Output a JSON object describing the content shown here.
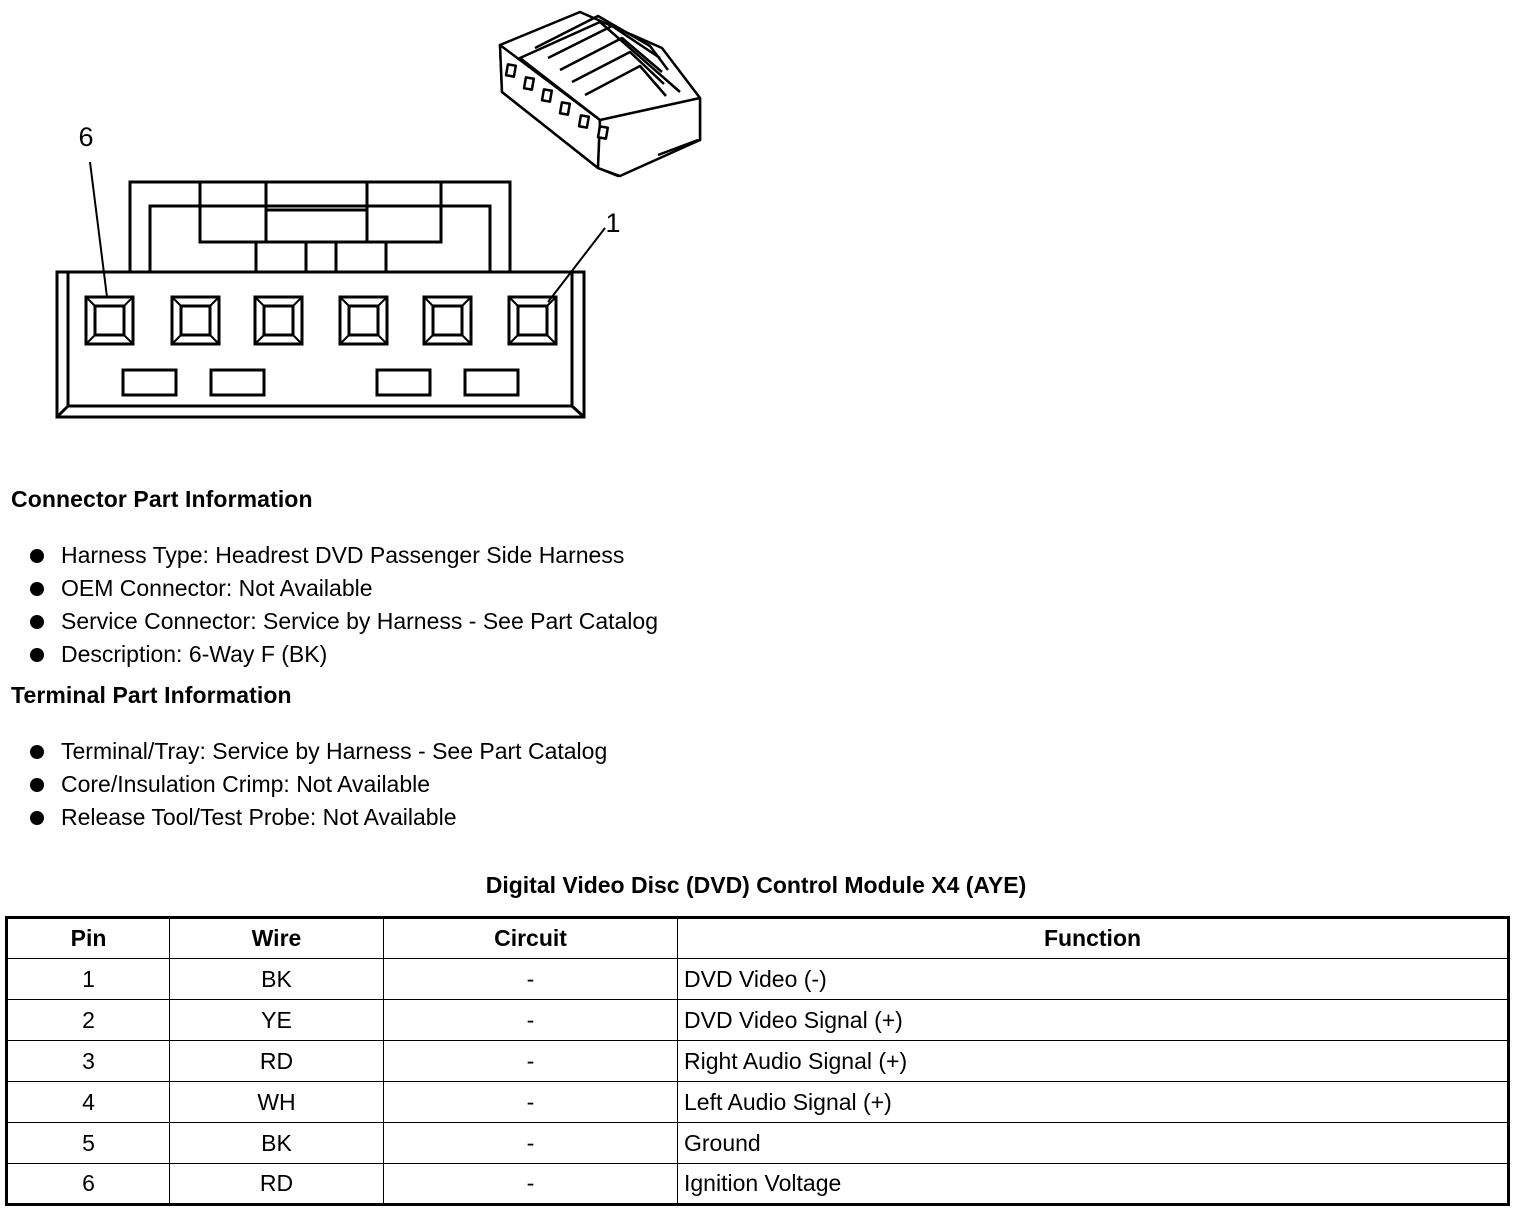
{
  "diagram": {
    "pin_labels": [
      "6",
      "1"
    ]
  },
  "connector_info": {
    "heading": "Connector Part Information",
    "items": [
      "Harness Type: Headrest DVD Passenger Side Harness",
      "OEM Connector: Not Available",
      "Service Connector: Service by Harness - See Part Catalog",
      "Description: 6-Way F (BK)"
    ]
  },
  "terminal_info": {
    "heading": "Terminal Part Information",
    "items": [
      "Terminal/Tray: Service by Harness - See Part Catalog",
      "Core/Insulation Crimp: Not Available",
      "Release Tool/Test Probe: Not Available"
    ]
  },
  "table": {
    "title": "Digital Video Disc (DVD) Control Module X4 (AYE)",
    "headers": [
      "Pin",
      "Wire",
      "Circuit",
      "Function"
    ],
    "rows": [
      [
        "1",
        "BK",
        "-",
        "DVD Video (-)"
      ],
      [
        "2",
        "YE",
        "-",
        "DVD Video Signal (+)"
      ],
      [
        "3",
        "RD",
        "-",
        "Right Audio Signal (+)"
      ],
      [
        "4",
        "WH",
        "-",
        "Left Audio Signal (+)"
      ],
      [
        "5",
        "BK",
        "-",
        "Ground"
      ],
      [
        "6",
        "RD",
        "-",
        "Ignition Voltage"
      ]
    ]
  }
}
